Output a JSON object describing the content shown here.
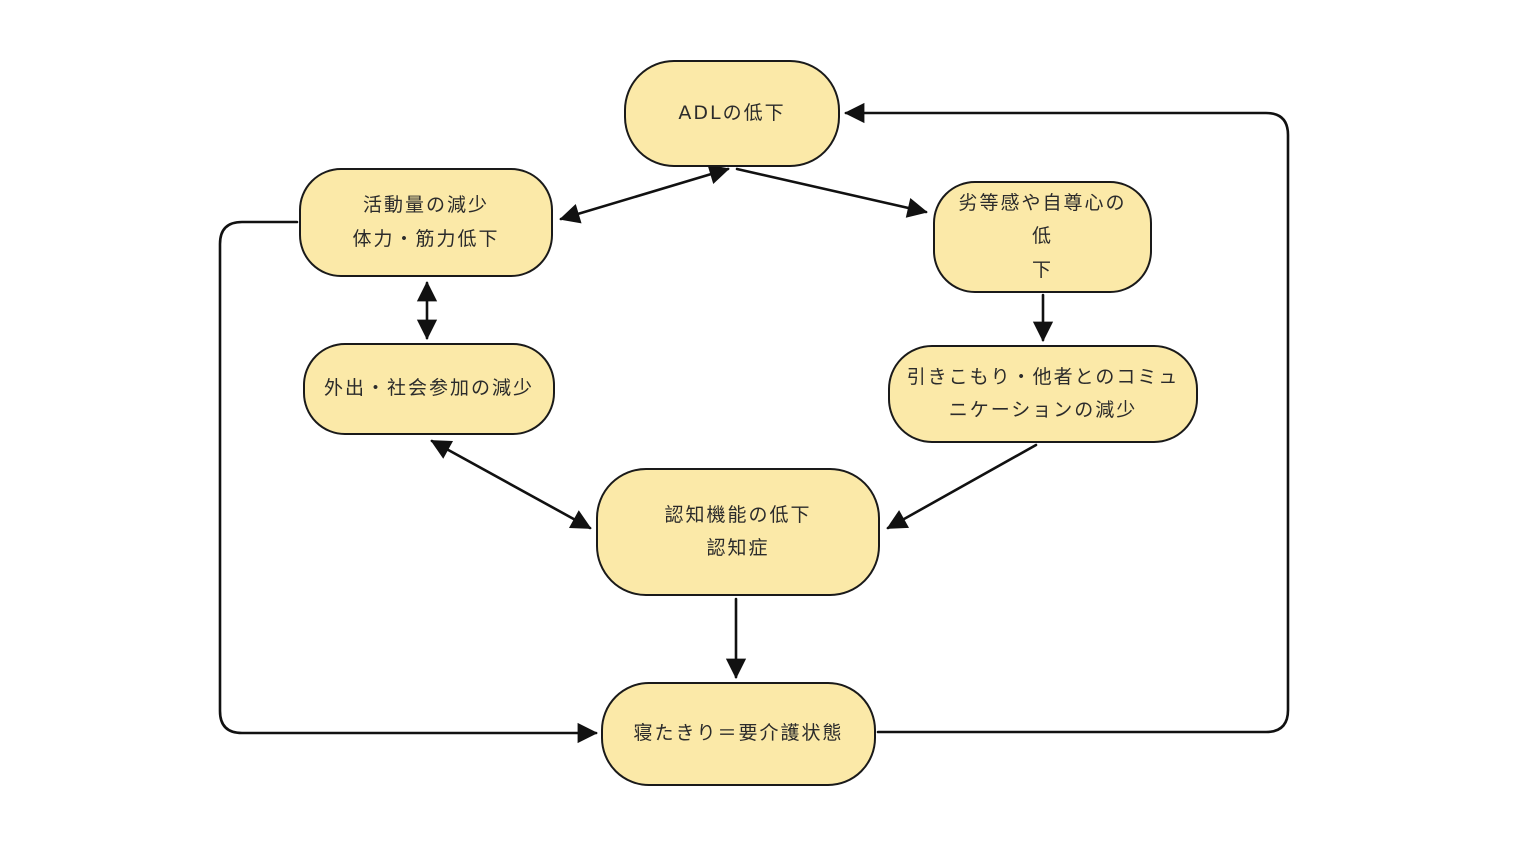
{
  "diagram": {
    "type": "flowchart",
    "description": "Cycle-of-decline care flowchart with rounded yellow nodes and black arrows",
    "colors": {
      "node_fill": "#FBE9A8",
      "node_border": "#1a1a1a",
      "line": "#111111",
      "text": "#2b2b2b",
      "background": "#ffffff"
    },
    "nodes": [
      {
        "id": "adl",
        "label": "ADLの低下"
      },
      {
        "id": "activity",
        "label": "活動量の減少\n体力・筋力低下"
      },
      {
        "id": "inferiority",
        "label": "劣等感や自尊心の低\n下"
      },
      {
        "id": "outing",
        "label": "外出・社会参加の減少"
      },
      {
        "id": "hikikomori",
        "label": "引きこもり・他者とのコミュ\nニケーションの減少"
      },
      {
        "id": "cognitive",
        "label": "認知機能の低下\n認知症"
      },
      {
        "id": "bedridden",
        "label": "寝たきり＝要介護状態"
      }
    ],
    "edges": [
      {
        "from": "adl",
        "to": "activity",
        "bidirectional": true
      },
      {
        "from": "adl",
        "to": "inferiority",
        "bidirectional": false
      },
      {
        "from": "activity",
        "to": "outing",
        "bidirectional": true
      },
      {
        "from": "inferiority",
        "to": "hikikomori",
        "bidirectional": false
      },
      {
        "from": "outing",
        "to": "cognitive",
        "bidirectional": true
      },
      {
        "from": "hikikomori",
        "to": "cognitive",
        "bidirectional": false
      },
      {
        "from": "cognitive",
        "to": "bedridden",
        "bidirectional": false
      },
      {
        "from": "bedridden",
        "to": "adl",
        "bidirectional": false,
        "route": "right-outer-loop"
      },
      {
        "from": "activity",
        "to": "bedridden",
        "bidirectional": false,
        "route": "left-outer-loop"
      }
    ]
  }
}
